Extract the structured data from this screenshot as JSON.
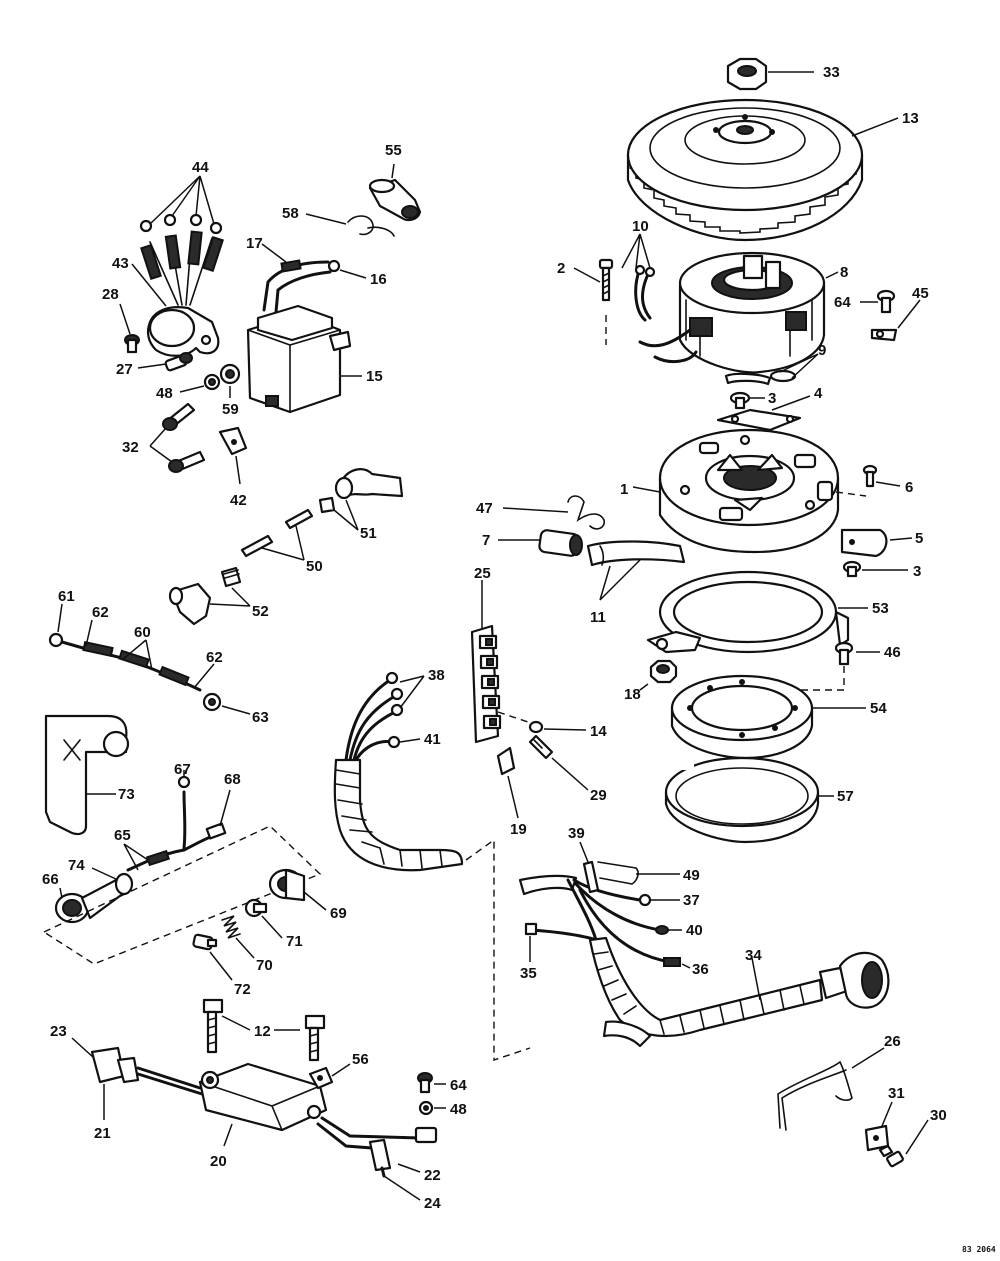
{
  "plate_id": "83 2064",
  "callouts": {
    "n1": "1",
    "n2": "2",
    "n3a": "3",
    "n3b": "3",
    "n4": "4",
    "n5": "5",
    "n6": "6",
    "n7": "7",
    "n8": "8",
    "n9": "9",
    "n10": "10",
    "n11": "11",
    "n12": "12",
    "n13": "13",
    "n14": "14",
    "n15": "15",
    "n16": "16",
    "n17": "17",
    "n18": "18",
    "n19": "19",
    "n20": "20",
    "n21": "21",
    "n22": "22",
    "n23": "23",
    "n24": "24",
    "n25": "25",
    "n26": "26",
    "n27": "27",
    "n28": "28",
    "n29": "29",
    "n30": "30",
    "n31": "31",
    "n32": "32",
    "n33": "33",
    "n34": "34",
    "n35": "35",
    "n36": "36",
    "n37": "37",
    "n38": "38",
    "n39": "39",
    "n40": "40",
    "n41": "41",
    "n42": "42",
    "n43": "43",
    "n44": "44",
    "n45": "45",
    "n46": "46",
    "n47": "47",
    "n48a": "48",
    "n48b": "48",
    "n49": "49",
    "n50": "50",
    "n51": "51",
    "n52": "52",
    "n53": "53",
    "n54": "54",
    "n55": "55",
    "n56": "56",
    "n57": "57",
    "n58": "58",
    "n59": "59",
    "n60": "60",
    "n61": "61",
    "n62a": "62",
    "n62b": "62",
    "n63": "63",
    "n64a": "64",
    "n64b": "64",
    "n65": "65",
    "n66": "66",
    "n67": "67",
    "n68": "68",
    "n69": "69",
    "n70": "70",
    "n71": "71",
    "n72": "72",
    "n73": "73",
    "n74": "74"
  }
}
